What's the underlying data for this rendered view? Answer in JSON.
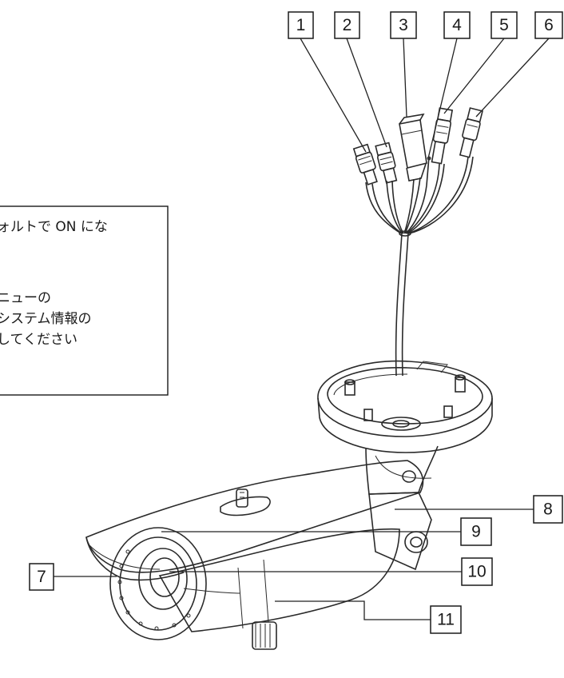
{
  "note": {
    "lines": [
      "ォルトで ON にな",
      "",
      "",
      "ニューの",
      "システム情報の",
      "してください"
    ]
  },
  "callouts": [
    {
      "id": "1",
      "label": "1"
    },
    {
      "id": "2",
      "label": "2"
    },
    {
      "id": "3",
      "label": "3"
    },
    {
      "id": "4",
      "label": "4"
    },
    {
      "id": "5",
      "label": "5"
    },
    {
      "id": "6",
      "label": "6"
    },
    {
      "id": "7",
      "label": "7"
    },
    {
      "id": "8",
      "label": "8"
    },
    {
      "id": "9",
      "label": "9"
    },
    {
      "id": "10",
      "label": "10"
    },
    {
      "id": "11",
      "label": "11"
    }
  ]
}
